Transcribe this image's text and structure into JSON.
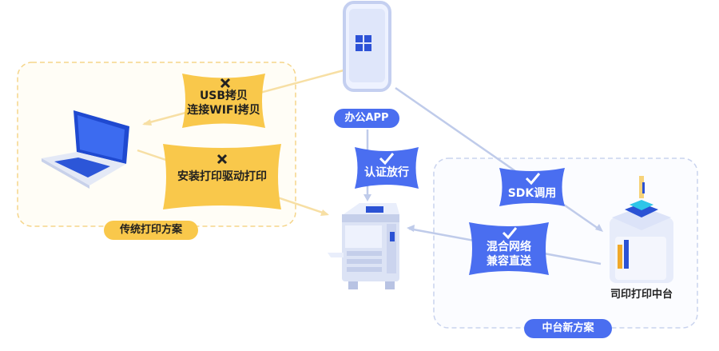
{
  "traditional": {
    "title": "传统打印方案",
    "usb_line1": "USB拷贝",
    "usb_line2": "连接WIFI拷贝",
    "driver": "安装打印驱动打印"
  },
  "center": {
    "app": "办公APP",
    "auth": "认证放行"
  },
  "new_solution": {
    "title": "中台新方案",
    "sdk": "SDK调用",
    "mixed_line1": "混合网络",
    "mixed_line2": "兼容直送",
    "server_caption": "司印打印中台"
  },
  "colors": {
    "yellow": "#F9C84B",
    "yellow_border": "#F5D58A",
    "blue": "#4A6EF0",
    "blue_border": "#C9D3EE",
    "line_yellow": "#F7DFA4",
    "line_blue": "#BFCBEA"
  },
  "icons": {
    "cross": "cross-icon",
    "check": "check-icon",
    "windows": "windows-logo-icon"
  }
}
